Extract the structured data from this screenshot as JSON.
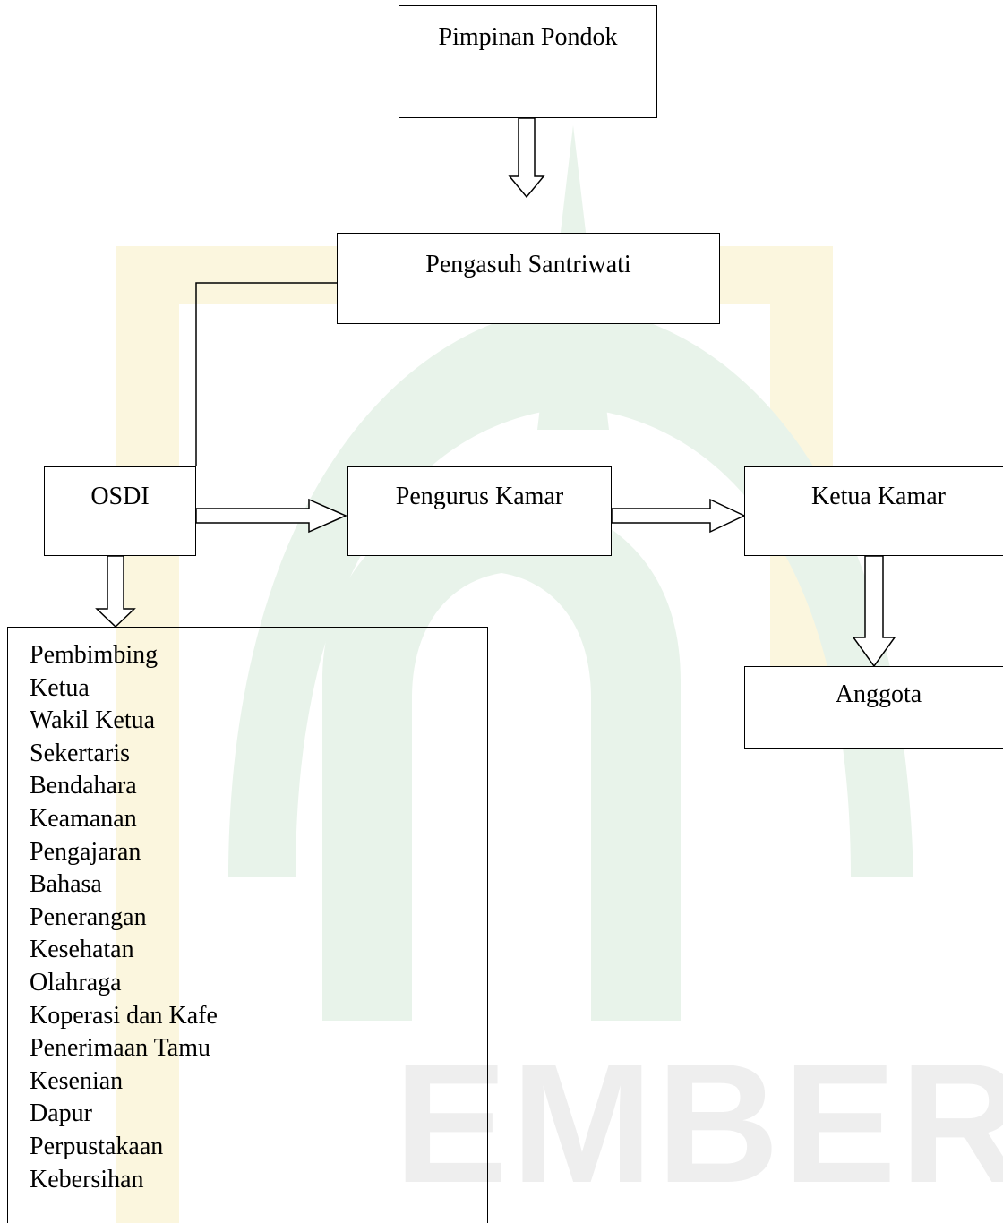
{
  "colors": {
    "line": "#000000",
    "background": "#ffffff",
    "watermark_gold": "#fbf6de",
    "watermark_green": "#e8f3ea",
    "watermark_gray": "#eeeeee"
  },
  "watermark": {
    "text": "EMBER"
  },
  "nodes": {
    "pimpinan": "Pimpinan Pondok",
    "pengasuh": "Pengasuh Santriwati",
    "osdi": "OSDI",
    "pengurus": "Pengurus Kamar",
    "ketua": "Ketua Kamar",
    "anggota": "Anggota"
  },
  "osdi_members": [
    "Pembimbing",
    "Ketua",
    "Wakil Ketua",
    "Sekertaris",
    "Bendahara",
    "Keamanan",
    "Pengajaran",
    "Bahasa",
    "Penerangan",
    "Kesehatan",
    "Olahraga",
    "Koperasi dan Kafe",
    "Penerimaan Tamu",
    "Kesenian",
    "Dapur",
    "Perpustakaan",
    "Kebersihan"
  ]
}
